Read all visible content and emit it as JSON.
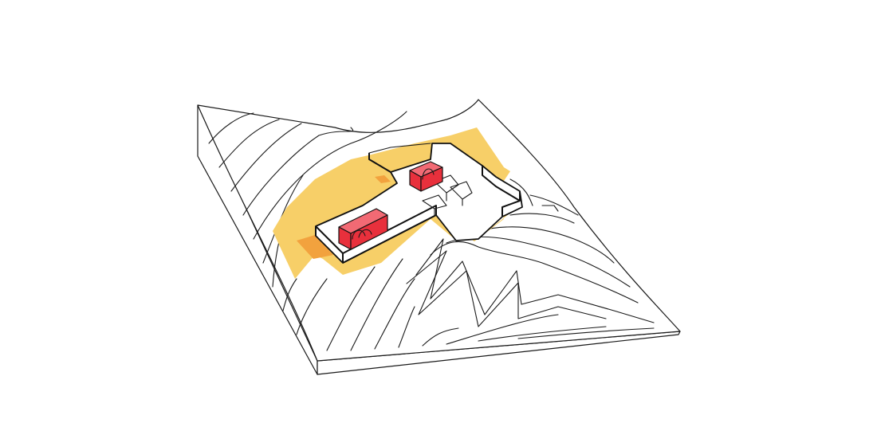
{
  "diagram": {
    "type": "axonometric-site-model",
    "labels": [],
    "colors": {
      "background": "#ffffff",
      "line": "#1a1a1a",
      "terrace_yellow": "#f7cf68",
      "terrace_orange": "#f2a23e",
      "volume_red": "#e8303c",
      "volume_red_light": "#f26a74",
      "building_white": "#ffffff"
    },
    "elements": [
      "terrain-base",
      "contour-lines",
      "courtyard-terrace",
      "building-roof",
      "red-volume",
      "red-volume",
      "inner-courtyard-cutouts"
    ]
  }
}
